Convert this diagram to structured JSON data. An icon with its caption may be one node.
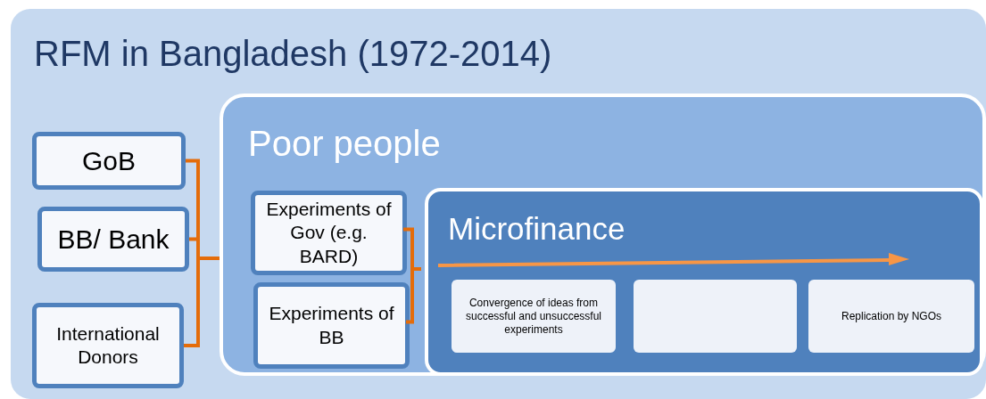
{
  "diagram": {
    "nodes": [
      {
        "text": [
          "RFM in Bangladesh (1972-2014)"
        ]
      },
      {
        "text": [
          "GoB"
        ],
        "in": 0
      },
      {
        "text": [
          "BB/ Bank"
        ],
        "in": 0
      },
      {
        "text": [
          "International Donors"
        ],
        "in": 0
      },
      {
        "text": [
          "Poor people"
        ],
        "in": 0
      },
      {
        "text": [
          "Experiments of Gov (e.g. BARD)"
        ],
        "in": 4
      },
      {
        "text": [
          "Experiments of BB"
        ],
        "in": 4
      },
      {
        "text": [
          "Microfinance"
        ],
        "in": 4
      },
      {
        "text": [
          "Convergence of ideas from successful and unsuccessful experiments"
        ],
        "in": 7
      },
      {
        "text": [],
        "shape": "box",
        "in": 7
      },
      {
        "text": [
          "Replication by NGOs"
        ],
        "in": 7
      }
    ],
    "edges": [
      {
        "from": 1,
        "to": 4,
        "arrow": "none",
        "color": "#e46c0a"
      },
      {
        "from": 2,
        "to": 4,
        "arrow": "none",
        "color": "#e46c0a"
      },
      {
        "from": 3,
        "to": 4,
        "arrow": "none",
        "color": "#e46c0a"
      },
      {
        "from": 5,
        "to": 7,
        "arrow": "none",
        "color": "#e46c0a"
      },
      {
        "from": 6,
        "to": 7,
        "arrow": "none",
        "color": "#e46c0a"
      }
    ]
  }
}
